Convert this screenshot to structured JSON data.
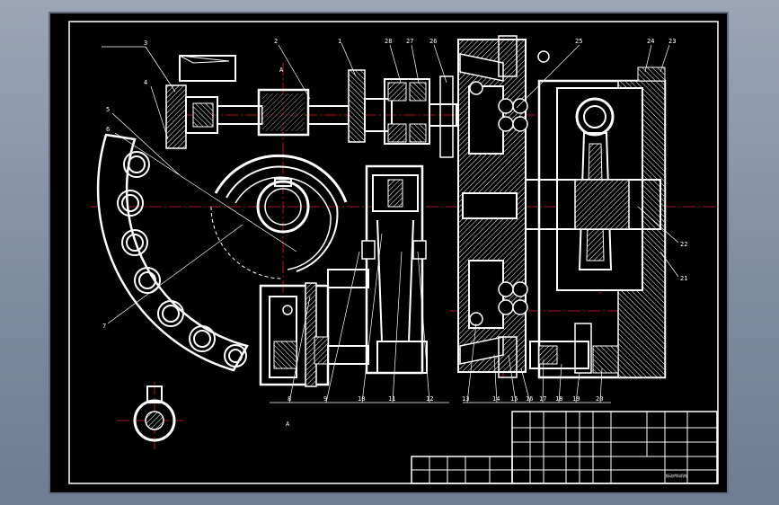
{
  "drawing": {
    "section_mark": "A",
    "section_view_label": "A",
    "part_numbers": {
      "top": [
        "3",
        "2",
        "1",
        "28",
        "27",
        "26",
        "25",
        "24",
        "23"
      ],
      "left": [
        "4",
        "5",
        "6",
        "7"
      ],
      "right": [
        "22",
        "21"
      ],
      "bottom": [
        "8",
        "9",
        "10",
        "11",
        "12",
        "13",
        "14",
        "15",
        "16",
        "17",
        "18",
        "19",
        "20"
      ]
    }
  },
  "title_block": {
    "drawing_title": "振动供料机构"
  },
  "colors": {
    "background": "#000000",
    "lines": "#ffffff",
    "centerlines": "#e02020",
    "frame_outer": "#6e7a8c"
  }
}
